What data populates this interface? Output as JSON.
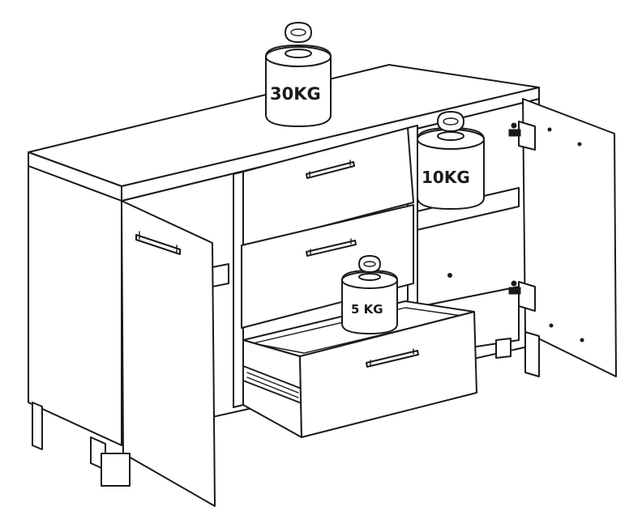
{
  "diagram": {
    "subject": "sideboard-load-capacity",
    "weights": [
      {
        "id": "top",
        "label": "30KG"
      },
      {
        "id": "shelf",
        "label": "10KG"
      },
      {
        "id": "drawer",
        "label": "5 KG"
      }
    ],
    "colors": {
      "line": "#1a1a1a",
      "fill": "#ffffff"
    }
  }
}
